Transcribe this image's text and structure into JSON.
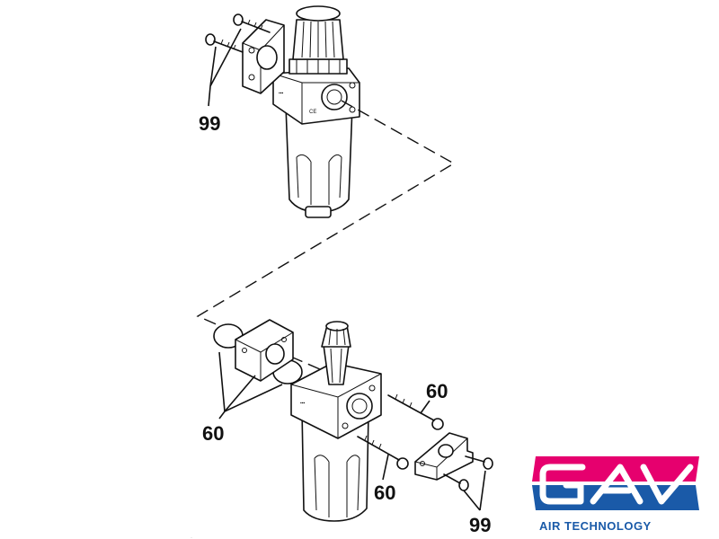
{
  "callouts": {
    "top_screws": "99",
    "bottom_left": "60",
    "bottom_right_bolt": "60",
    "bottom_center_bolt": "60",
    "bottom_right_screws": "99"
  },
  "logo": {
    "wordmark": "GAV",
    "tagline": "AIR TECHNOLOGY",
    "colors": {
      "magenta": "#e6006e",
      "blue": "#1a5aa8"
    }
  }
}
